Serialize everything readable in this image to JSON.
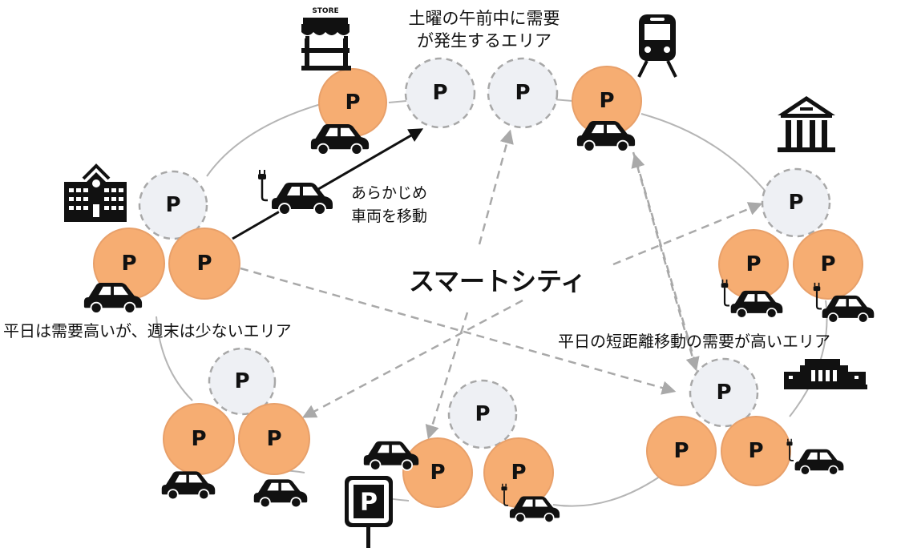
{
  "title": "スマートシティ",
  "colors": {
    "occupied": "#f6ad72",
    "occupied_stroke": "#e8a06a",
    "vacant": "#eef0f4",
    "vacant_stroke": "#a8a8a8",
    "line": "#b5b5b5",
    "arrow_dashed": "#a9a9a9",
    "arrow_solid": "#111111",
    "icon": "#111111"
  },
  "parking_symbol": "P",
  "annotations": {
    "top_area": [
      "土曜の午前中に需要",
      "が発生するエリア"
    ],
    "left_area": "平日は需要高いが、週末は少ないエリア",
    "right_area": "平日の短距離移動の需要が高いエリア",
    "move_note": [
      "あらかじめ",
      "車両を移動"
    ]
  },
  "landmark_icons": {
    "store_label": "STORE",
    "store": "store-icon",
    "train": "train-icon",
    "bank": "bank-icon",
    "school": "school-icon",
    "factory": "factory-icon",
    "parking_sign": "parking-sign-icon",
    "parking_sign_letter": "P"
  },
  "clusters": [
    {
      "name": "store-cluster",
      "spots": [
        "occupied",
        "vacant",
        "vacant"
      ]
    },
    {
      "name": "station-cluster",
      "spots": [
        "occupied"
      ]
    },
    {
      "name": "school-cluster",
      "spots": [
        "vacant",
        "occupied",
        "occupied"
      ]
    },
    {
      "name": "bank-cluster",
      "spots": [
        "vacant",
        "occupied",
        "occupied"
      ]
    },
    {
      "name": "southwest-cluster",
      "spots": [
        "vacant",
        "occupied",
        "occupied"
      ]
    },
    {
      "name": "south-cluster",
      "spots": [
        "vacant",
        "occupied",
        "occupied"
      ]
    },
    {
      "name": "southeast-cluster",
      "spots": [
        "vacant",
        "occupied",
        "occupied"
      ]
    }
  ]
}
